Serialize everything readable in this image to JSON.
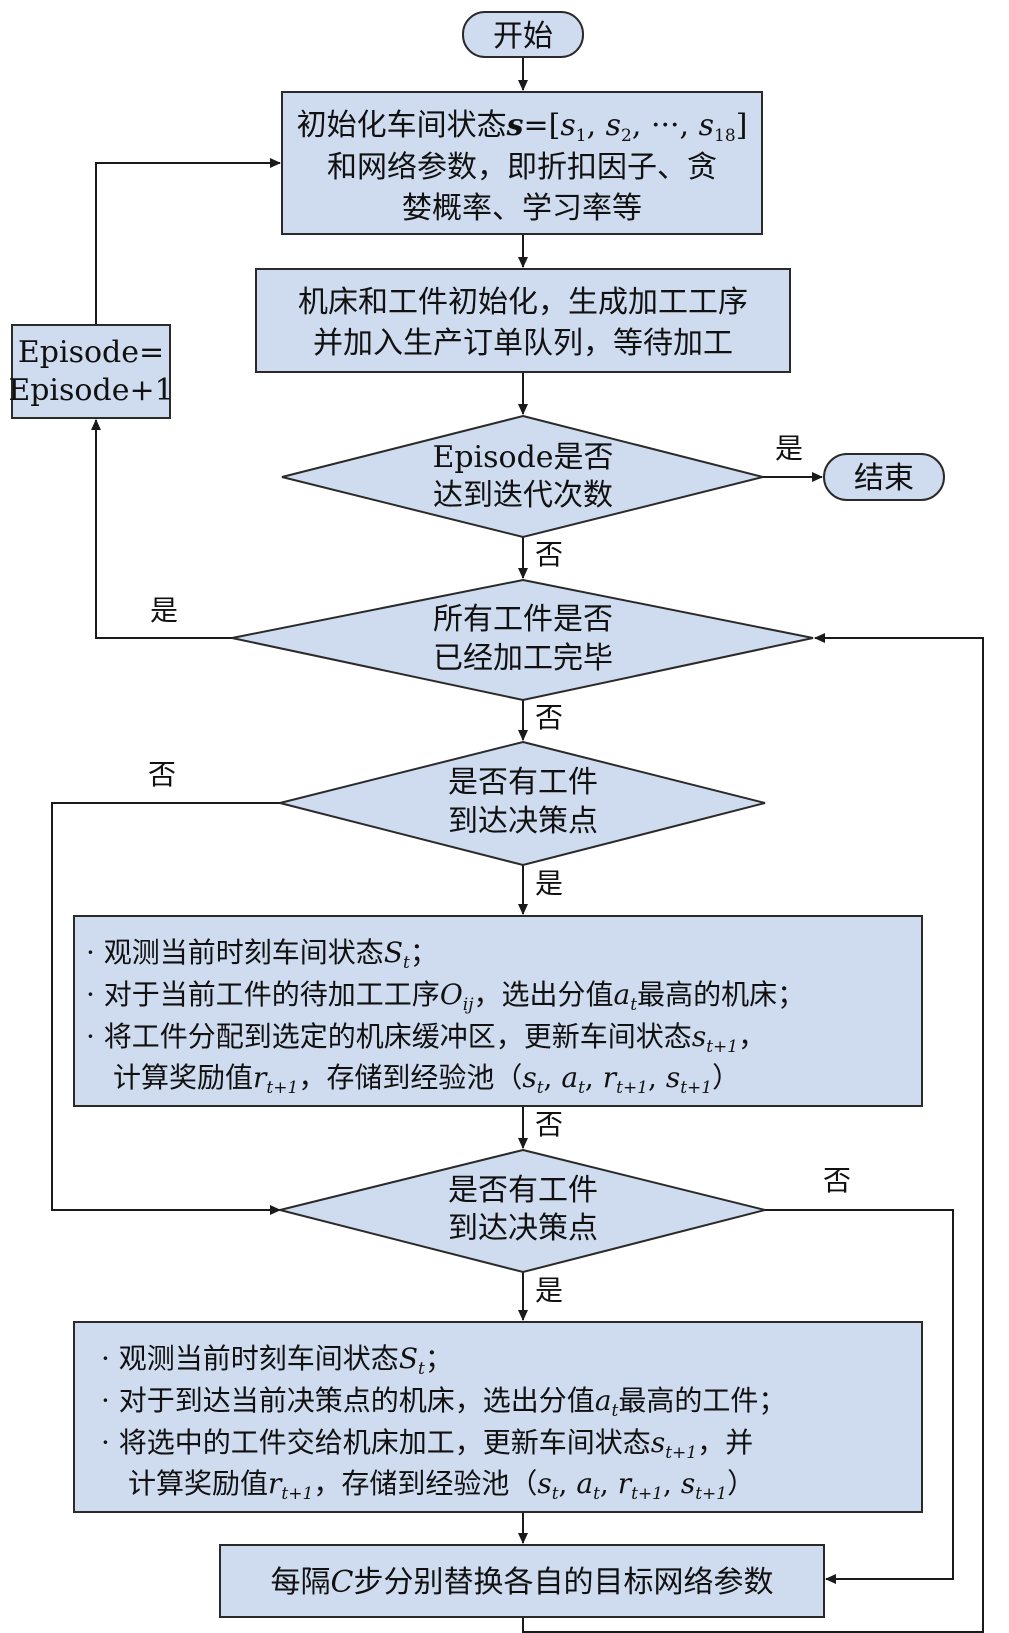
{
  "colors": {
    "fill": "#cfdcef",
    "stroke": "#2a2a2a"
  },
  "start": "开始",
  "end": "结束",
  "init_box": {
    "line1_pre": "初始化车间状态",
    "line1_var": "s",
    "line1_eq": "=[",
    "line1_s": "s",
    "line1_sub1": "1",
    "line1_sep1": ", ",
    "line1_sub2": "2",
    "line1_ellipsis": ", ···, ",
    "line1_sub3": "18",
    "line1_close": "]",
    "line2": "和网络参数，即折扣因子、贪",
    "line3": "婪概率、学习率等"
  },
  "machine_box": {
    "line1": "机床和工件初始化，生成加工工序",
    "line2": "并加入生产订单队列，等待加工"
  },
  "episode_box": {
    "line1": "Episode=",
    "line2": "Episode+1"
  },
  "d1": {
    "line1": "Episode是否",
    "line2": "达到迭代次数"
  },
  "d2": {
    "line1": "所有工件是否",
    "line2": "已经加工完毕"
  },
  "d3": {
    "line1": "是否有工件",
    "line2": "到达决策点"
  },
  "d4": {
    "line1": "是否有工件",
    "line2": "到达决策点"
  },
  "labels": {
    "yes": "是",
    "no": "否"
  },
  "box1": {
    "b1_pre": "· 观测当前时刻车间状态",
    "b1_var": "S",
    "b1_sub": "t",
    "b1_post": "；",
    "b2_pre": "· 对于当前工件的待加工工序",
    "b2_var": "O",
    "b2_sub": "ij",
    "b2_mid": "，选出分值",
    "b2_var2": "a",
    "b2_sub2": "t",
    "b2_post": "最高的机床；",
    "b3_pre": "· 将工件分配到选定的机床缓冲区，更新车间状态",
    "b3_var": "s",
    "b3_sub": "t+1",
    "b3_post": "，",
    "b4_pre": "计算奖励值",
    "b4_var": "r",
    "b4_sub": "t+1",
    "b4_mid": "，存储到经验池（",
    "b4_tuple_s": "s",
    "b4_tuple_s_sub": "t",
    "b4_tuple_a": "a",
    "b4_tuple_a_sub": "t",
    "b4_tuple_r": "r",
    "b4_tuple_r_sub": "t+1",
    "b4_tuple_s2": "s",
    "b4_tuple_s2_sub": "t+1",
    "comma": ", ",
    "b4_post": "）"
  },
  "box2": {
    "b1_pre": "· 观测当前时刻车间状态",
    "b1_var": "S",
    "b1_sub": "t",
    "b1_post": "；",
    "b2_pre": "· 对于到达当前决策点的机床，选出分值",
    "b2_var": "a",
    "b2_sub": "t",
    "b2_post": "最高的工件；",
    "b3_pre": "· 将选中的工件交给机床加工，更新车间状态",
    "b3_var": "s",
    "b3_sub": "t+1",
    "b3_post": "，并",
    "b4_pre": "计算奖励值",
    "b4_var": "r",
    "b4_sub": "t+1",
    "b4_mid": "，存储到经验池（",
    "b4_tuple_s": "s",
    "b4_tuple_s_sub": "t",
    "b4_tuple_a": "a",
    "b4_tuple_a_sub": "t",
    "b4_tuple_r": "r",
    "b4_tuple_r_sub": "t+1",
    "b4_tuple_s2": "s",
    "b4_tuple_s2_sub": "t+1",
    "comma": ", ",
    "b4_post": "）"
  },
  "final_box": {
    "pre": "每隔",
    "var": "C",
    "post": "步分别替换各自的目标网络参数"
  }
}
